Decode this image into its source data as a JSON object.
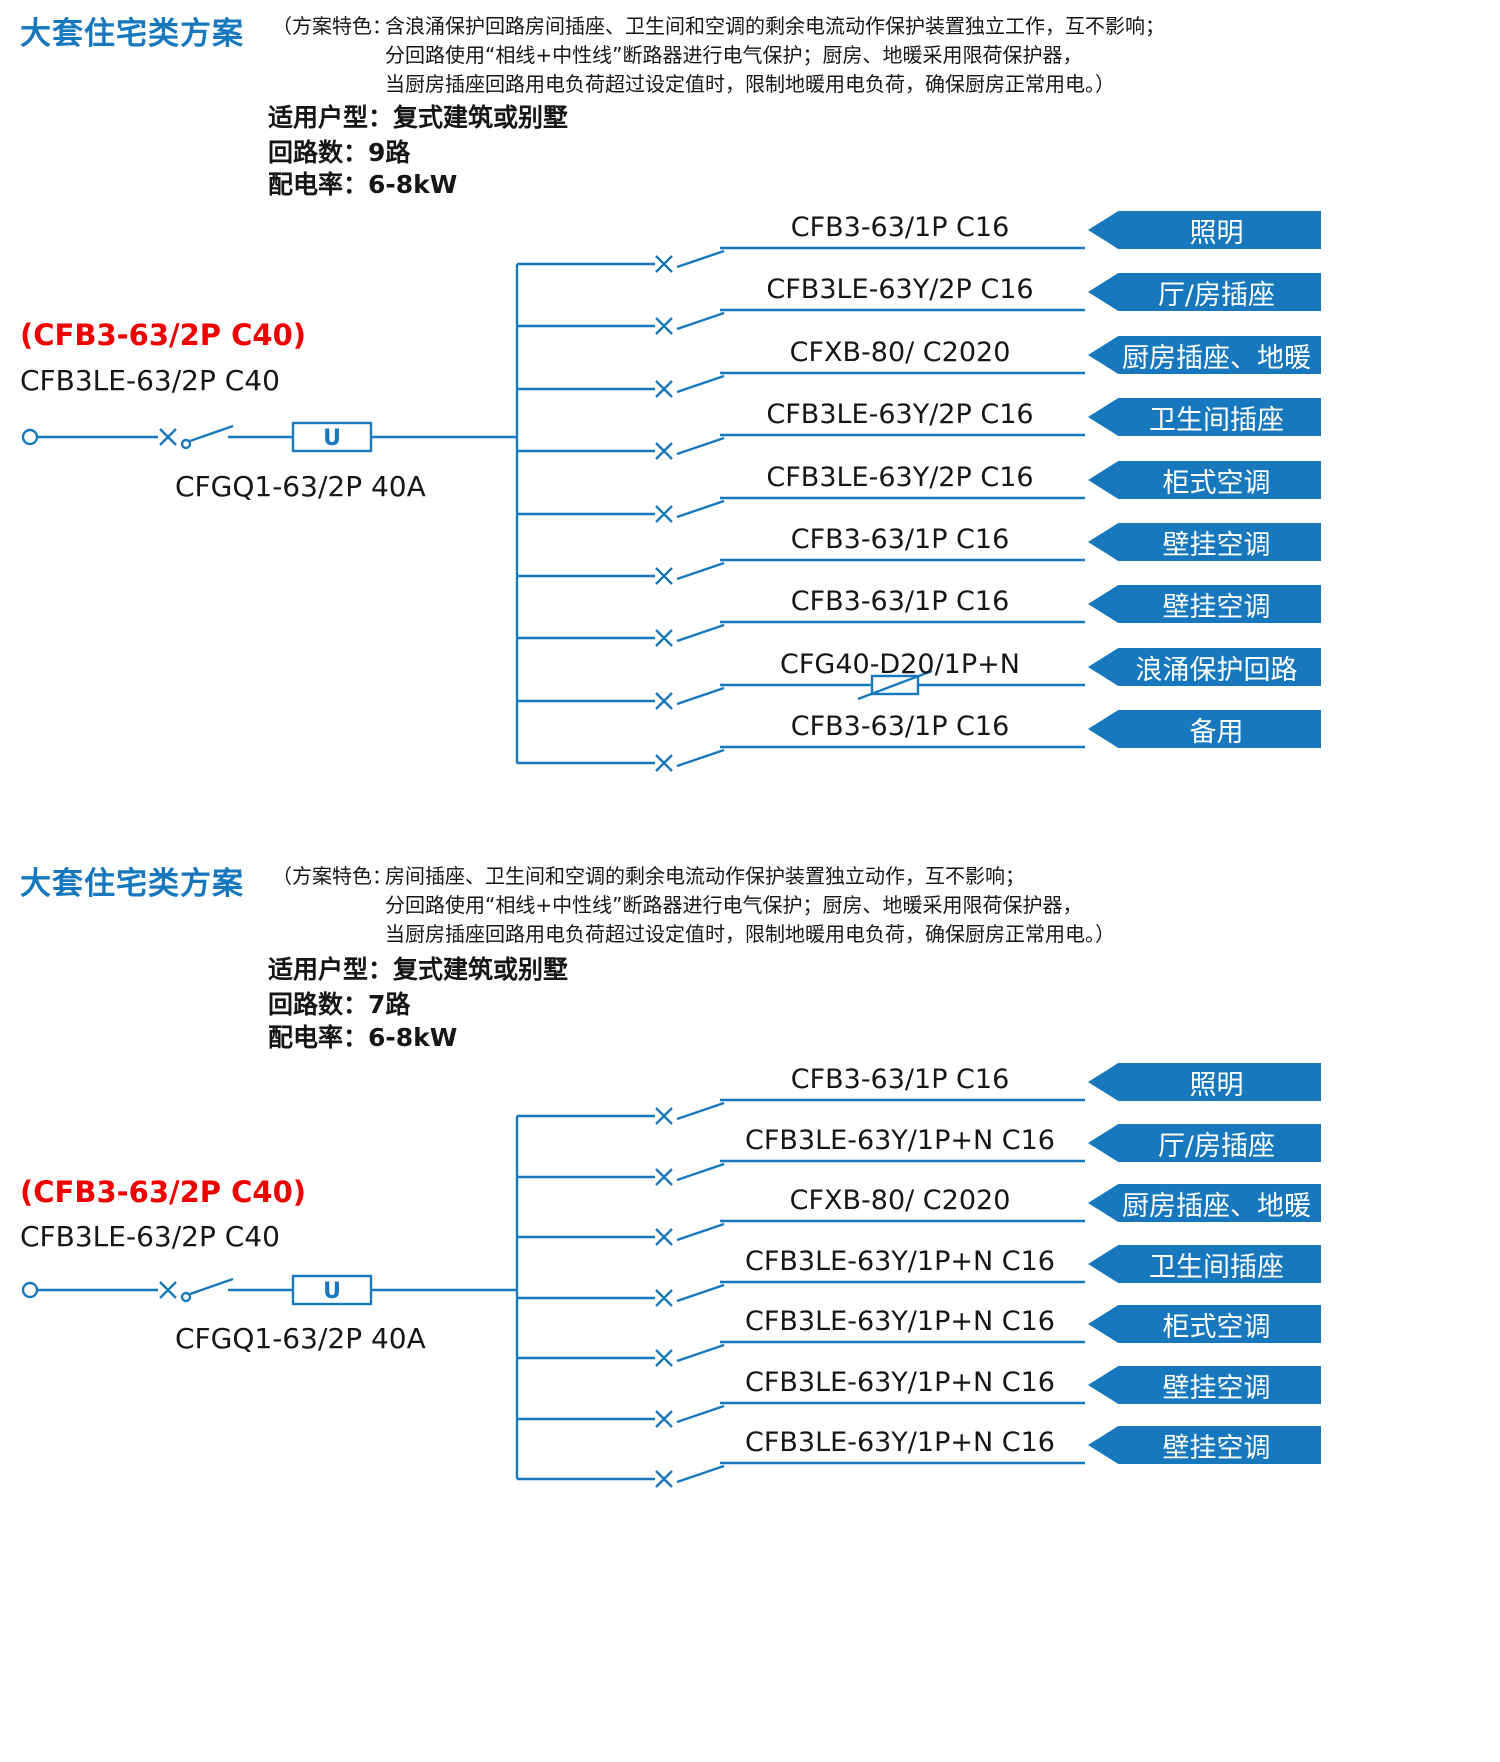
{
  "colors": {
    "accent_blue": "#1778be",
    "alt_model_red": "#ee0000",
    "tag_text": "#ffffff"
  },
  "schemes": [
    {
      "title": "大套住宅类方案",
      "features": {
        "prefix": "（方案特色：",
        "lines": [
          "含浪涌保护回路房间插座、卫生间和空调的剩余电流动作保护装置独立工作，互不影响；",
          "分回路使用“相线+中性线”断路器进行电气保护；厨房、地暖采用限荷保护器，",
          "当厨房插座回路用电负荷超过设定值时，限制地暖用电负荷，确保厨房正常用电。）"
        ]
      },
      "info": [
        {
          "label": "适用户型：",
          "value": "复式建筑或别墅"
        },
        {
          "label": "回路数：",
          "value": "9路"
        },
        {
          "label": "配电率：",
          "value": "6-8kW"
        }
      ],
      "main": {
        "alt_model": "(CFB3-63/2P C40)",
        "model": "CFB3LE-63/2P C40",
        "limiter": "CFGQ1-63/2P 40A",
        "unit_symbol": "U"
      },
      "branches": [
        {
          "model": "CFB3-63/1P C16",
          "tag": "照明"
        },
        {
          "model": "CFB3LE-63Y/2P C16",
          "tag": "厅/房插座"
        },
        {
          "model": "CFXB-80/ C2020",
          "tag": "厨房插座、地暖"
        },
        {
          "model": "CFB3LE-63Y/2P C16",
          "tag": "卫生间插座"
        },
        {
          "model": "CFB3LE-63Y/2P C16",
          "tag": "柜式空调"
        },
        {
          "model": "CFB3-63/1P C16",
          "tag": "壁挂空调"
        },
        {
          "model": "CFB3-63/1P C16",
          "tag": "壁挂空调"
        },
        {
          "model": "CFG40-D20/1P+N",
          "tag": "浪涌保护回路"
        },
        {
          "model": "CFB3-63/1P C16",
          "tag": "备用"
        }
      ]
    },
    {
      "title": "大套住宅类方案",
      "features": {
        "prefix": "（方案特色：",
        "lines": [
          "房间插座、卫生间和空调的剩余电流动作保护装置独立动作，互不影响；",
          "分回路使用“相线+中性线”断路器进行电气保护；厨房、地暖采用限荷保护器，",
          "当厨房插座回路用电负荷超过设定值时，限制地暖用电负荷，确保厨房正常用电。）"
        ]
      },
      "info": [
        {
          "label": "适用户型：",
          "value": "复式建筑或别墅"
        },
        {
          "label": "回路数：",
          "value": "7路"
        },
        {
          "label": "配电率：",
          "value": "6-8kW"
        }
      ],
      "main": {
        "alt_model": "(CFB3-63/2P C40)",
        "model": "CFB3LE-63/2P C40",
        "limiter": "CFGQ1-63/2P 40A",
        "unit_symbol": "U"
      },
      "branches": [
        {
          "model": "CFB3-63/1P C16",
          "tag": "照明"
        },
        {
          "model": "CFB3LE-63Y/1P+N C16",
          "tag": "厅/房插座"
        },
        {
          "model": "CFXB-80/ C2020",
          "tag": "厨房插座、地暖"
        },
        {
          "model": "CFB3LE-63Y/1P+N C16",
          "tag": "卫生间插座"
        },
        {
          "model": "CFB3LE-63Y/1P+N C16",
          "tag": "柜式空调"
        },
        {
          "model": "CFB3LE-63Y/1P+N C16",
          "tag": "壁挂空调"
        },
        {
          "model": "CFB3LE-63Y/1P+N C16",
          "tag": "壁挂空调"
        }
      ]
    }
  ]
}
